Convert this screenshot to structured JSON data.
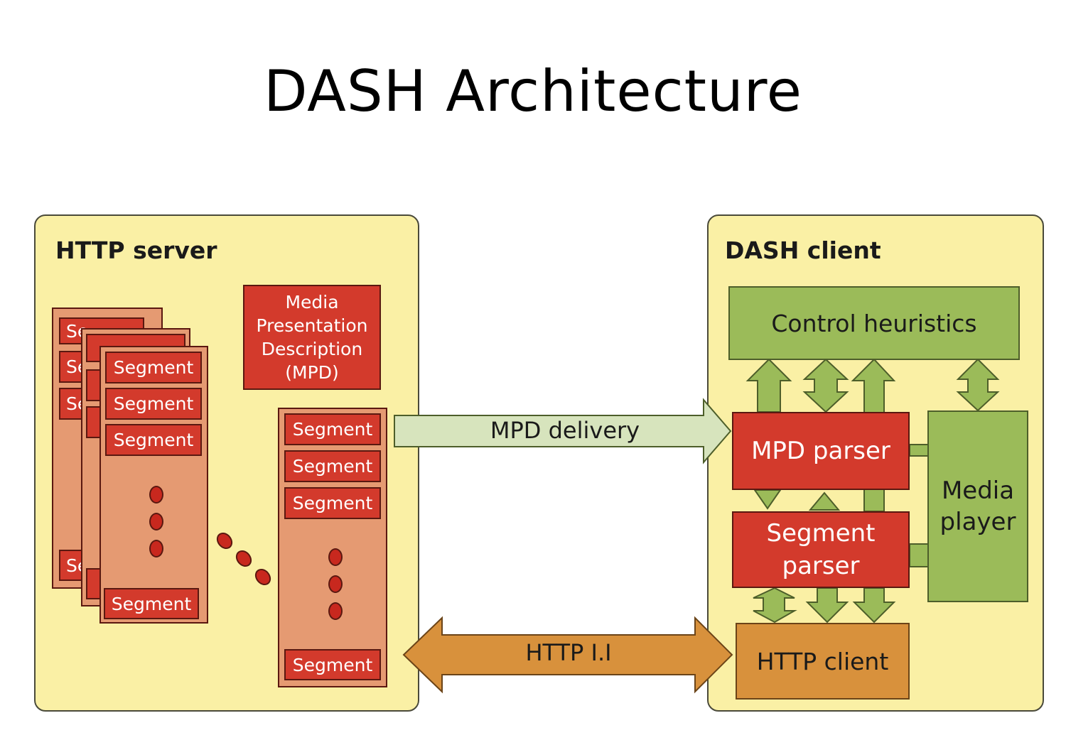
{
  "title": "DASH Architecture",
  "server": {
    "title": "HTTP server",
    "mpd_box": [
      "Media",
      "Presentation",
      "Description",
      "(MPD)"
    ],
    "segment_label": "Segment",
    "segment_partial_1": "Se",
    "segment_partial_2": "Se"
  },
  "client": {
    "title": "DASH client",
    "control_heuristics": "Control heuristics",
    "mpd_parser": "MPD parser",
    "segment_parser": [
      "Segment",
      "parser"
    ],
    "media_player": [
      "Media",
      "player"
    ],
    "http_client": "HTTP client"
  },
  "arrows": {
    "mpd_delivery": "MPD delivery",
    "http": "HTTP I.I"
  },
  "colors": {
    "panel": "#faf0a5",
    "red": "#d33a2c",
    "green": "#9bbb59",
    "orange": "#d8913c",
    "mpd_arrow": "#d7e4bd"
  }
}
